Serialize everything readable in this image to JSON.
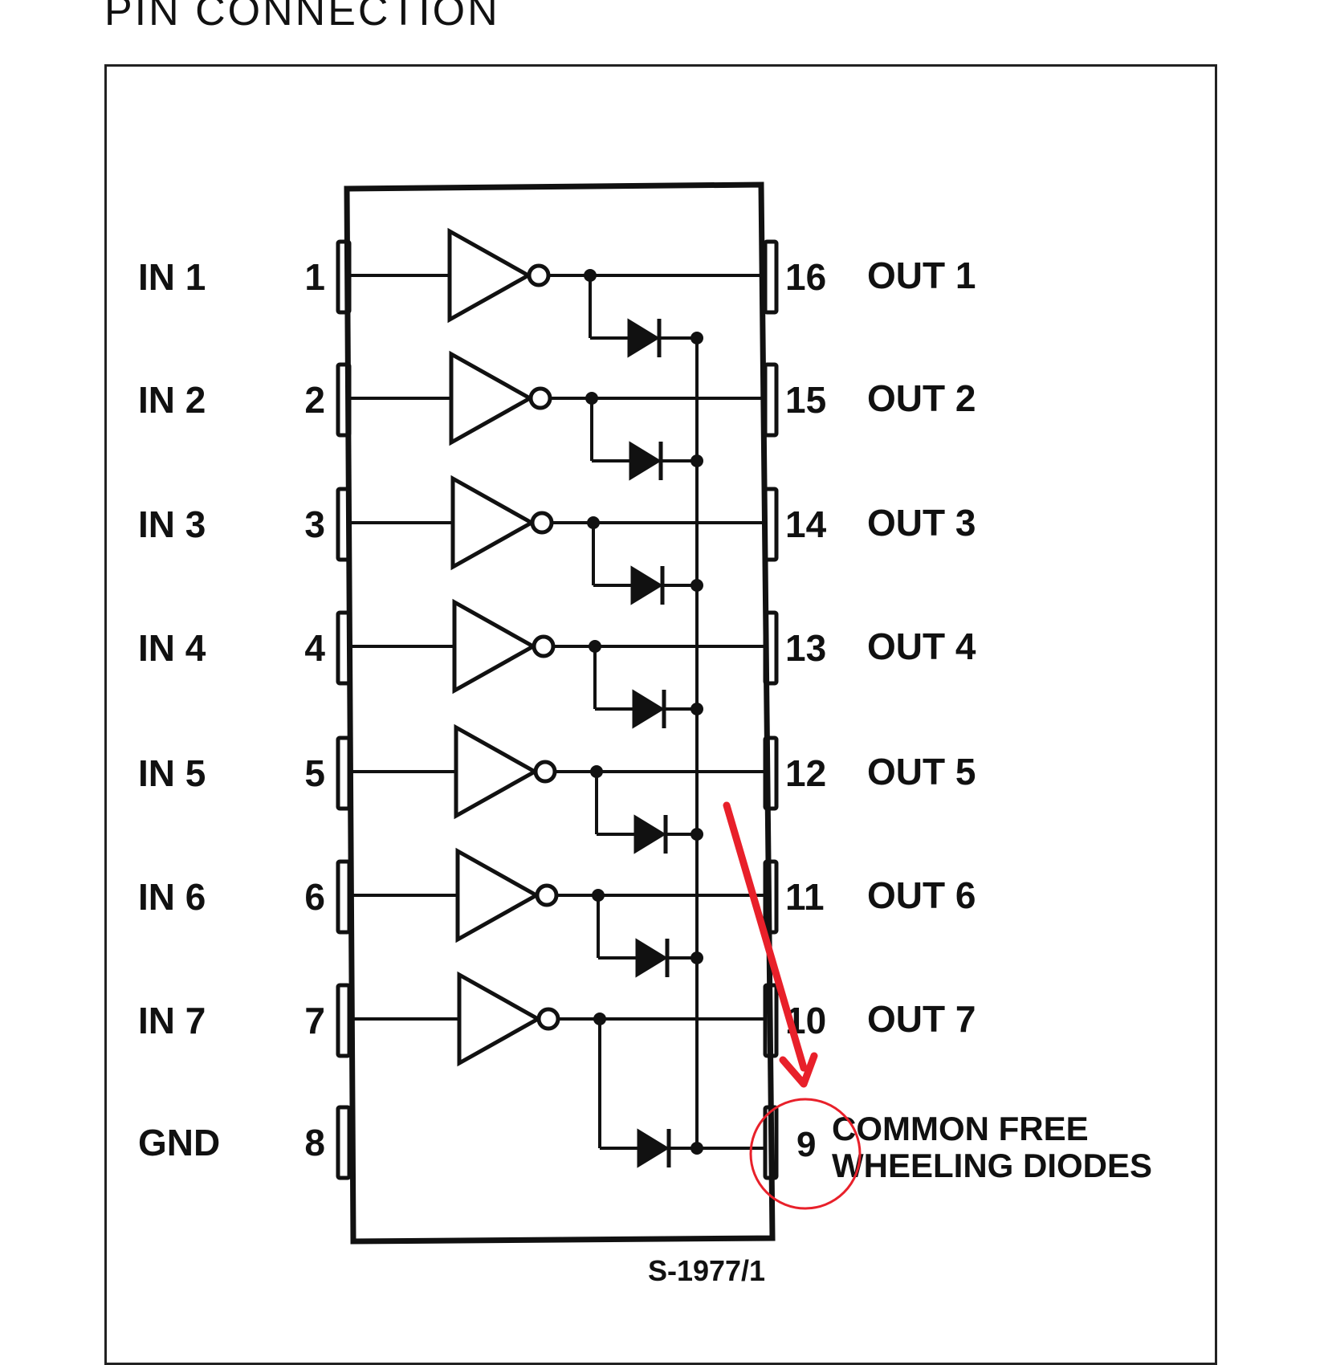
{
  "title": "PIN CONNECTION",
  "left_pins": [
    {
      "label": "IN 1",
      "number": "1"
    },
    {
      "label": "IN 2",
      "number": "2"
    },
    {
      "label": "IN 3",
      "number": "3"
    },
    {
      "label": "IN 4",
      "number": "4"
    },
    {
      "label": "IN 5",
      "number": "5"
    },
    {
      "label": "IN 6",
      "number": "6"
    },
    {
      "label": "IN 7",
      "number": "7"
    },
    {
      "label": "GND",
      "number": "8"
    }
  ],
  "right_pins": [
    {
      "label": "OUT 1",
      "number": "16"
    },
    {
      "label": "OUT 2",
      "number": "15"
    },
    {
      "label": "OUT 3",
      "number": "14"
    },
    {
      "label": "OUT 4",
      "number": "13"
    },
    {
      "label": "OUT 5",
      "number": "12"
    },
    {
      "label": "OUT 6",
      "number": "11"
    },
    {
      "label": "OUT 7",
      "number": "10"
    }
  ],
  "pin9": {
    "number": "9",
    "line1": "COMMON  FREE",
    "line2": "WHEELING  DIODES"
  },
  "figure_code": "S-1977/1",
  "annotation": {
    "color": "#e8202a"
  }
}
